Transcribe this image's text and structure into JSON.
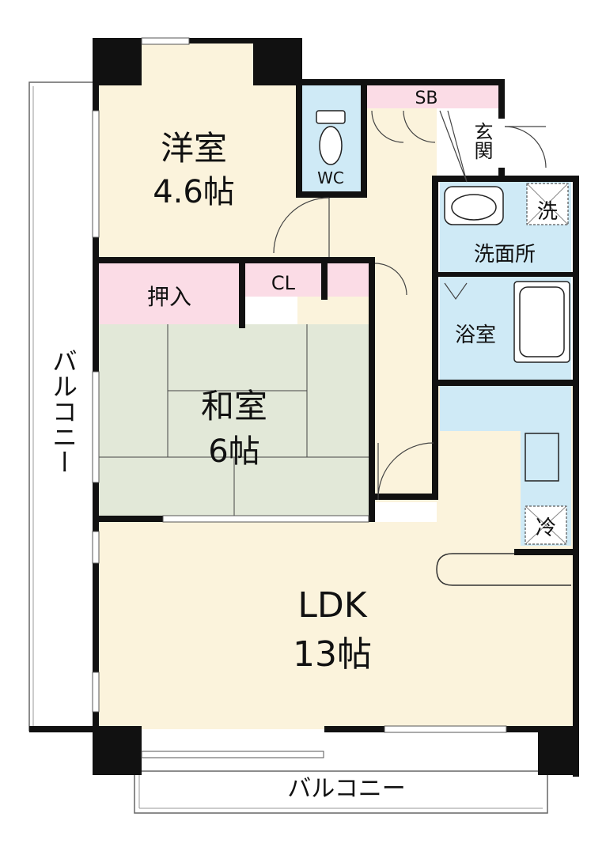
{
  "rooms": {
    "western": {
      "name": "洋室",
      "size": "4.6帖"
    },
    "japanese": {
      "name": "和室",
      "size": "6帖"
    },
    "ldk": {
      "name": "LDK",
      "size": "13帖"
    },
    "closet_oshiire": "押入",
    "closet_cl": "CL",
    "toilet": "WC",
    "shoebox": "SB",
    "entrance": "玄関",
    "washroom": "洗面所",
    "bathroom": "浴室",
    "washer": "洗",
    "fridge": "冷",
    "balcony_side": "バルコニー",
    "balcony_bottom": "バルコニー"
  },
  "colors": {
    "wall": "#111111",
    "floor_yellow": "#fbf3dc",
    "tatami": "#e2e8d8",
    "closet_pink": "#fbdce6",
    "water_blue": "#cfeaf6",
    "line": "#555555"
  }
}
